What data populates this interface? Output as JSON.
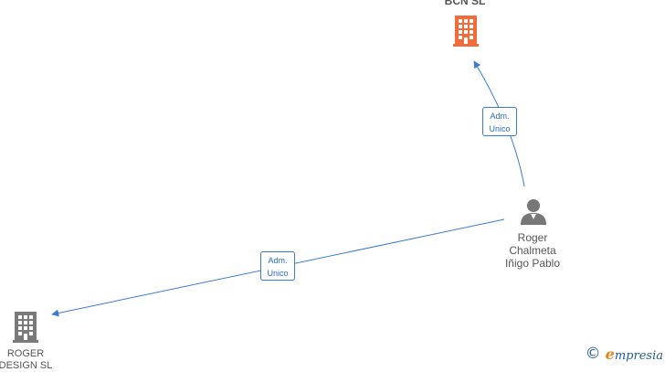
{
  "nodes": {
    "bcn": {
      "label_lines": [
        "BCN SL"
      ],
      "icon": "building-icon",
      "color": "#f26b3a"
    },
    "person": {
      "label_lines": [
        "Roger",
        "Chalmeta",
        "Iñigo Pablo"
      ],
      "icon": "person-icon",
      "color": "#777777"
    },
    "roger_design": {
      "label_lines": [
        "ROGER",
        "DESIGN SL"
      ],
      "icon": "building-icon",
      "color": "#7a7a7a"
    }
  },
  "edges": [
    {
      "from": "person",
      "to": "bcn",
      "label_lines": [
        "Adm.",
        "Unico"
      ]
    },
    {
      "from": "person",
      "to": "roger_design",
      "label_lines": [
        "Adm.",
        "Unico"
      ]
    }
  ],
  "edge_color": "#3a7bd5",
  "brand": {
    "copyright_symbol": "©",
    "initial": "e",
    "rest": "mpresia"
  }
}
